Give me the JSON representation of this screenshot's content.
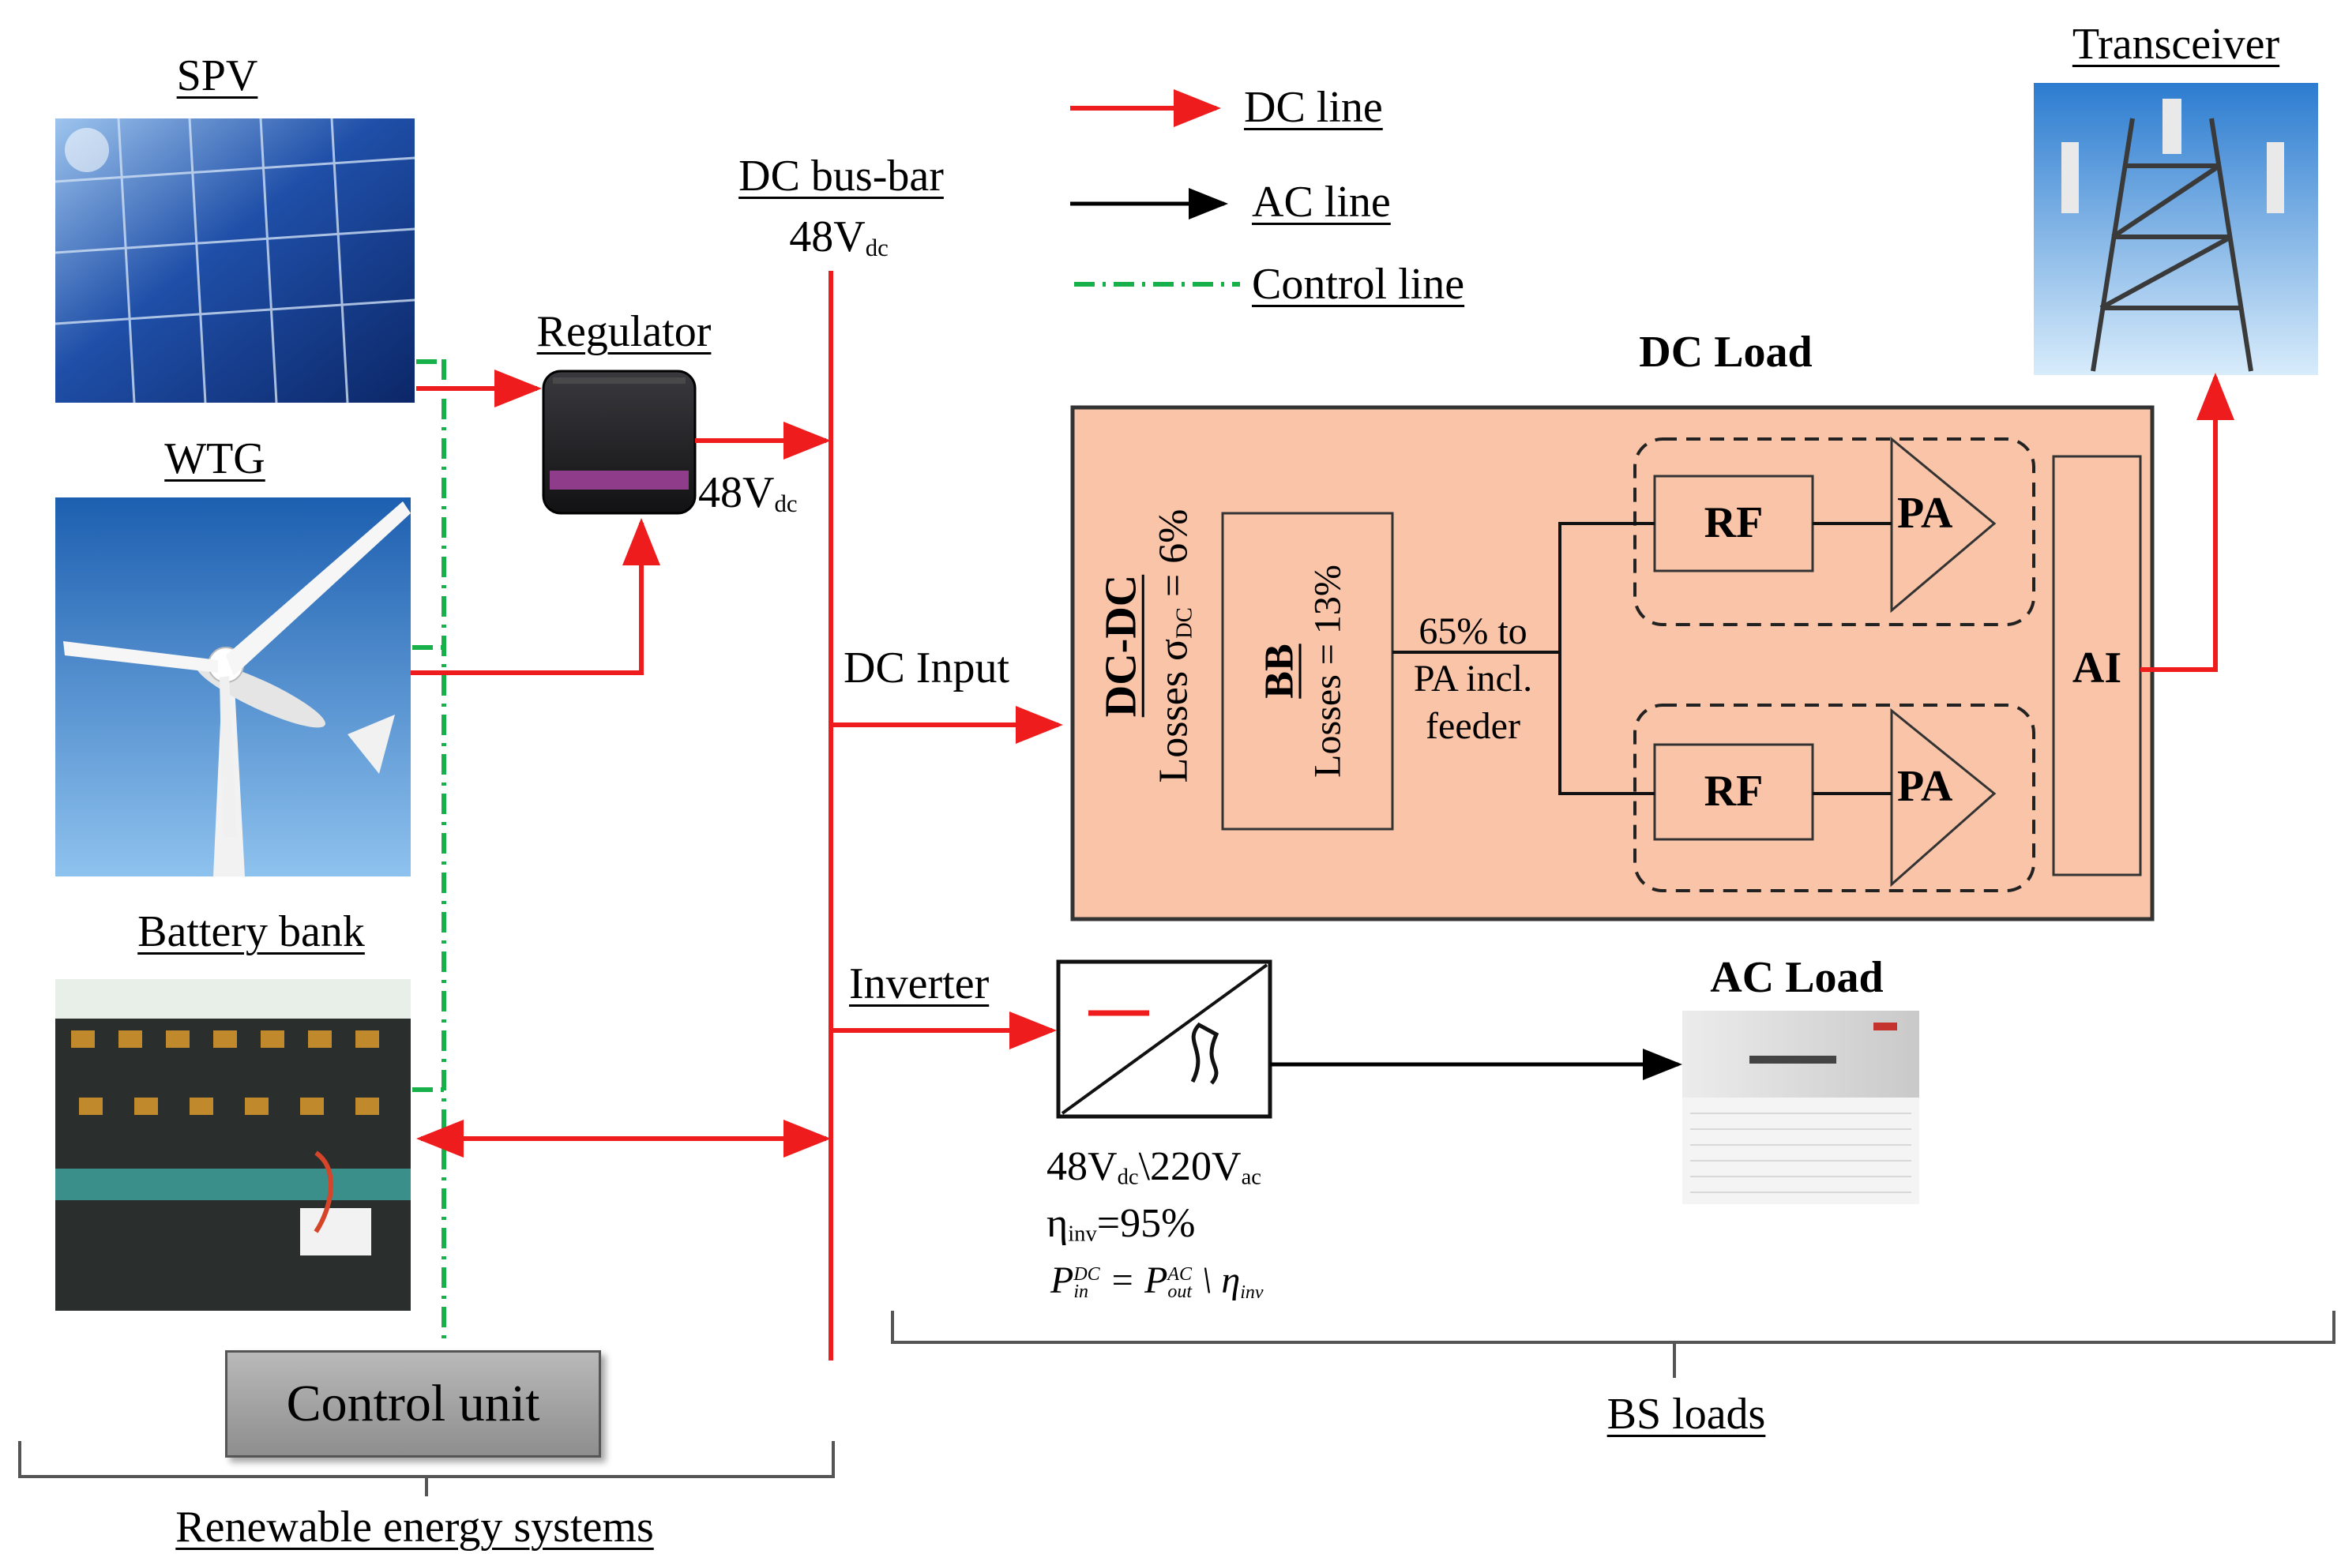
{
  "legend": {
    "dc_line": "DC line",
    "ac_line": "AC line",
    "control_line": "Control line"
  },
  "sources": {
    "spv": "SPV",
    "wtg": "WTG",
    "battery": "Battery bank"
  },
  "regulator": {
    "label": "Regulator",
    "out_voltage": "48V",
    "out_sub": "dc"
  },
  "bus": {
    "title": "DC bus-bar",
    "voltage": "48V",
    "voltage_sub": "dc"
  },
  "dc_input": "DC Input",
  "dc_load": {
    "title": "DC Load",
    "dcdc_name": "DC-DC",
    "dcdc_losses": "Losses σ",
    "dcdc_losses_sub": "DC",
    "dcdc_losses_val": " = 6%",
    "bb_name": "BB",
    "bb_losses": "Losses = 13%",
    "feeder_line1": "65% to",
    "feeder_line2": "PA incl.",
    "feeder_line3": "feeder",
    "rf": "RF",
    "pa": "PA",
    "ai": "AI"
  },
  "transceiver": "Transceiver",
  "inverter": {
    "label": "Inverter",
    "v_in": "48V",
    "v_in_sub": "dc",
    "v_sep": "\\220V",
    "v_out_sub": "ac",
    "eta": "η",
    "eta_sub": "inv",
    "eta_val": "=95%",
    "formula_p": "P",
    "formula_in_sup": "DC",
    "formula_in_sub": "in",
    "formula_eq": " = P",
    "formula_out_sup": "AC",
    "formula_out_sub": "out",
    "formula_div": " \\ η",
    "formula_eta_sub": "inv"
  },
  "ac_load": "AC Load",
  "control_unit": "Control unit",
  "groups": {
    "renewable": "Renewable energy systems",
    "bs_loads": "BS loads"
  },
  "colors": {
    "dc": "#ee1c1c",
    "ac": "#000000",
    "control": "#18b04a",
    "load_fill": "#f9c4a7"
  }
}
